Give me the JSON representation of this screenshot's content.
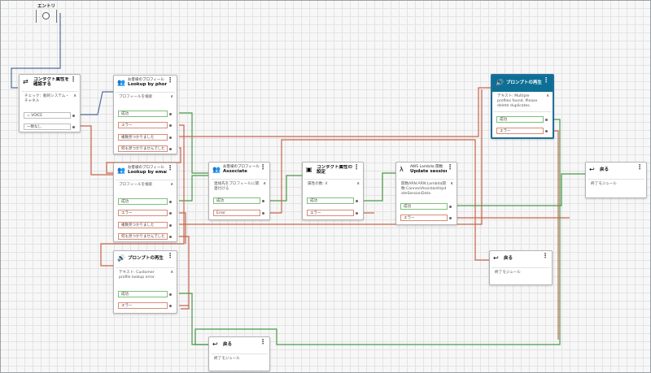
{
  "entry": {
    "label": "エントリ"
  },
  "blocks": {
    "set_attr": {
      "title": "コンタクト属性を確認する",
      "desc": "チェック：動的システム・チャネル",
      "ports": [
        "= VOICE",
        "一致なし"
      ]
    },
    "lookup_phone": {
      "category": "お客様のプロフィール",
      "title": "Lookup by phone n...",
      "desc": "プロフィールを検索",
      "ports": [
        "成功",
        "エラー",
        "複数見つかりました",
        "何も見つかりませんでした"
      ]
    },
    "lookup_email": {
      "category": "お客様のプロフィール",
      "title": "Lookup by email",
      "desc": "プロフィールを検索",
      "ports": [
        "成功",
        "エラー",
        "複数見つかりました",
        "何も見つかりませんでした"
      ]
    },
    "associate": {
      "category": "お客様のプロフィール",
      "title": "Associate",
      "desc": "連絡先をプロフィールに関連付ける",
      "ports": [
        "成功",
        "Error"
      ]
    },
    "set_contact_attr": {
      "title": "コンタクト属性の設定",
      "desc": "属性の数: 4",
      "ports": [
        "成功",
        "エラー"
      ]
    },
    "lambda": {
      "category": "AWS Lambda 関数",
      "title": "Update session data...",
      "desc": "関数ARN:ARN:Lambda関数:ConnectAssistantUpdateSessionData",
      "ports": [
        "成功",
        "エラー"
      ]
    },
    "prompt_top": {
      "title": "プロンプトの再生",
      "desc": "テキスト: Multiple profiles found. Please delete duplicates.",
      "ports": [
        "成功",
        "エラー"
      ]
    },
    "prompt_error": {
      "title": "プロンプトの再生",
      "desc": "テキスト: Customer profile lookup error",
      "ports": [
        "成功",
        "エラー"
      ]
    },
    "return_right": {
      "title": "戻る",
      "desc": "終了モジュール"
    },
    "return_mid": {
      "title": "戻る",
      "desc": "終了モジュール"
    },
    "return_bottom": {
      "title": "戻る",
      "desc": "終了モジュール"
    }
  },
  "colors": {
    "success": "#4a9a4a",
    "error": "#c8654c",
    "flow": "#4e6e9a",
    "selected": "#0e6f95"
  }
}
